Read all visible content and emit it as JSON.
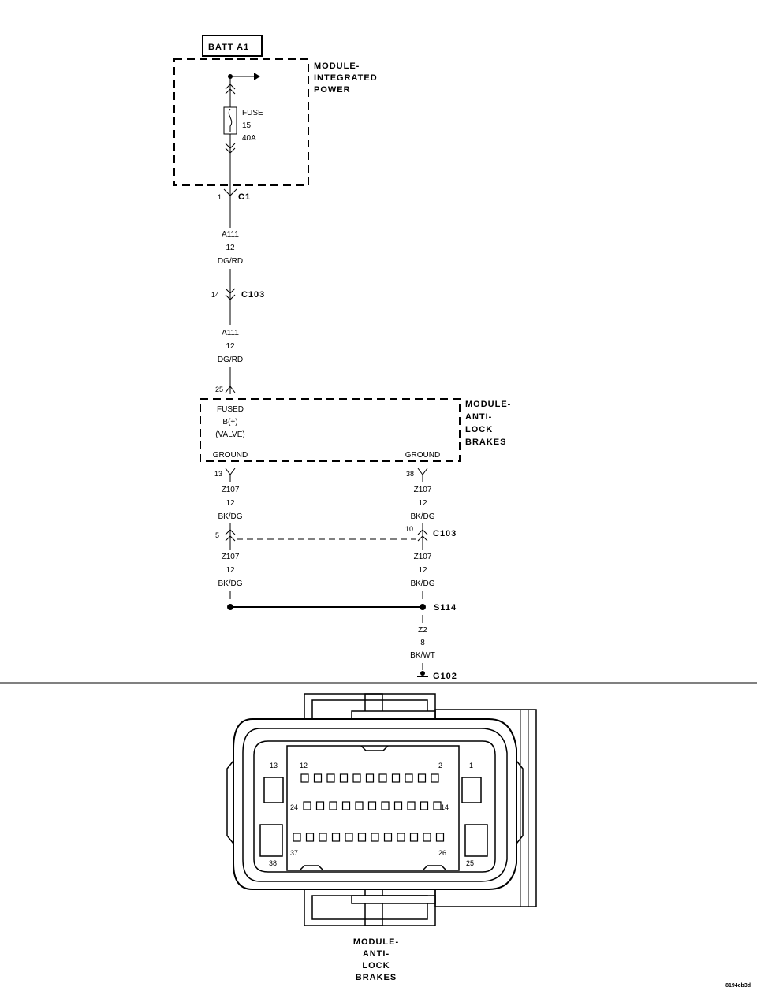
{
  "batt": {
    "label": "BATT A1"
  },
  "power_module": {
    "line1": "MODULE-",
    "line2": "INTEGRATED",
    "line3": "POWER"
  },
  "fuse": {
    "label": "FUSE",
    "number": "15",
    "rating": "40A"
  },
  "c1": {
    "pin": "1",
    "name": "C1"
  },
  "wire1": {
    "circuit": "A111",
    "gauge": "12",
    "color": "DG/RD"
  },
  "c103_top": {
    "pin": "14",
    "name": "C103"
  },
  "wire2": {
    "circuit": "A111",
    "gauge": "12",
    "color": "DG/RD"
  },
  "abs_module": {
    "pin_feed": "25",
    "fused_line1": "FUSED",
    "fused_line2": "B(+)",
    "fused_line3": "(VALVE)",
    "ground_left": "GROUND",
    "ground_right": "GROUND",
    "name_line1": "MODULE-",
    "name_line2": "ANTI-",
    "name_line3": "LOCK",
    "name_line4": "BRAKES"
  },
  "left_ground_path": {
    "module_pin": "13",
    "upper_wire": {
      "circuit": "Z107",
      "gauge": "12",
      "color": "BK/DG"
    },
    "c103_pin": "5",
    "lower_wire": {
      "circuit": "Z107",
      "gauge": "12",
      "color": "BK/DG"
    }
  },
  "right_ground_path": {
    "module_pin": "38",
    "upper_wire": {
      "circuit": "Z107",
      "gauge": "12",
      "color": "BK/DG"
    },
    "c103_pin": "10",
    "c103_name": "C103",
    "lower_wire": {
      "circuit": "Z107",
      "gauge": "12",
      "color": "BK/DG"
    }
  },
  "splice": {
    "name": "S114"
  },
  "ground_wire": {
    "circuit": "Z2",
    "gauge": "8",
    "color": "BK/WT"
  },
  "ground": {
    "name": "G102"
  },
  "connector_view": {
    "pins": {
      "p13": "13",
      "p12": "12",
      "p2": "2",
      "p1": "1",
      "p24": "24",
      "p14": "14",
      "p37": "37",
      "p26": "26",
      "p38": "38",
      "p25": "25"
    },
    "caption_line1": "MODULE-",
    "caption_line2": "ANTI-",
    "caption_line3": "LOCK",
    "caption_line4": "BRAKES"
  },
  "figure_id": "8194cb3d"
}
